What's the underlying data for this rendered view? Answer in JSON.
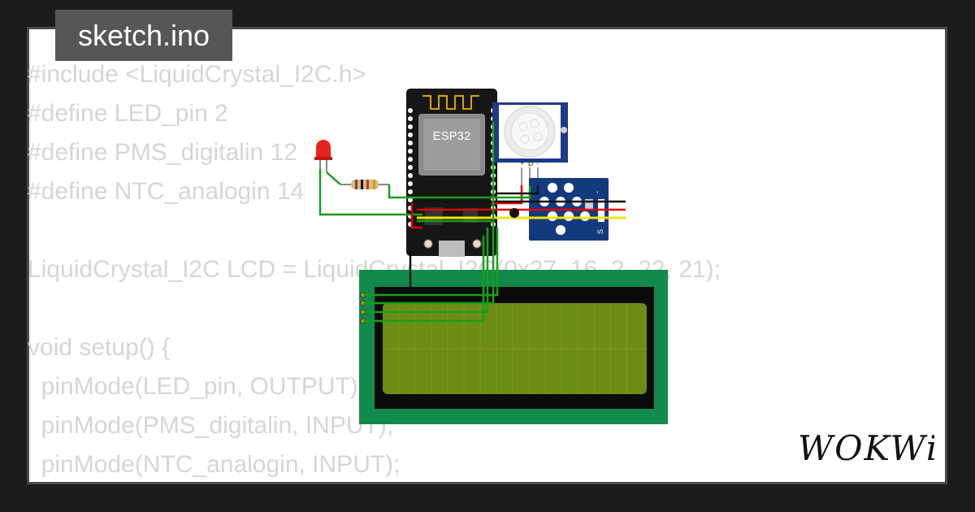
{
  "title": "sketch.ino",
  "code_lines": [
    "#include <LiquidCrystal_I2C.h>",
    "#define LED_pin 2",
    "#define PMS_digitalin 12",
    "#define NTC_analogin 14",
    "",
    "LiquidCrystal_I2C LCD = LiquidCrystal_I2C(0x27, 16, 2, 22, 21);",
    "",
    "void setup() {",
    "  pinMode(LED_pin, OUTPUT);",
    "  pinMode(PMS_digitalin, INPUT);",
    "  pinMode(NTC_analogin, INPUT);"
  ],
  "esp32_label": "ESP32",
  "logo_text": "WOKWi",
  "pir_pins": [
    "+",
    "D",
    "-"
  ],
  "ntc_side_labels": [
    "-",
    "S"
  ],
  "colors": {
    "background": "#1c1c1c",
    "frame": "#ffffff",
    "code_text": "#d6d6d6",
    "title_tab": "#565656",
    "wire_green": "#1a9e1a",
    "wire_red": "#e00000",
    "wire_black": "#111111",
    "wire_yellow": "#f2e400",
    "lcd_board": "#128a4c",
    "lcd_screen": "#6d8c16",
    "pir_board": "#1d3a8a",
    "ntc_board": "#143a7e"
  }
}
